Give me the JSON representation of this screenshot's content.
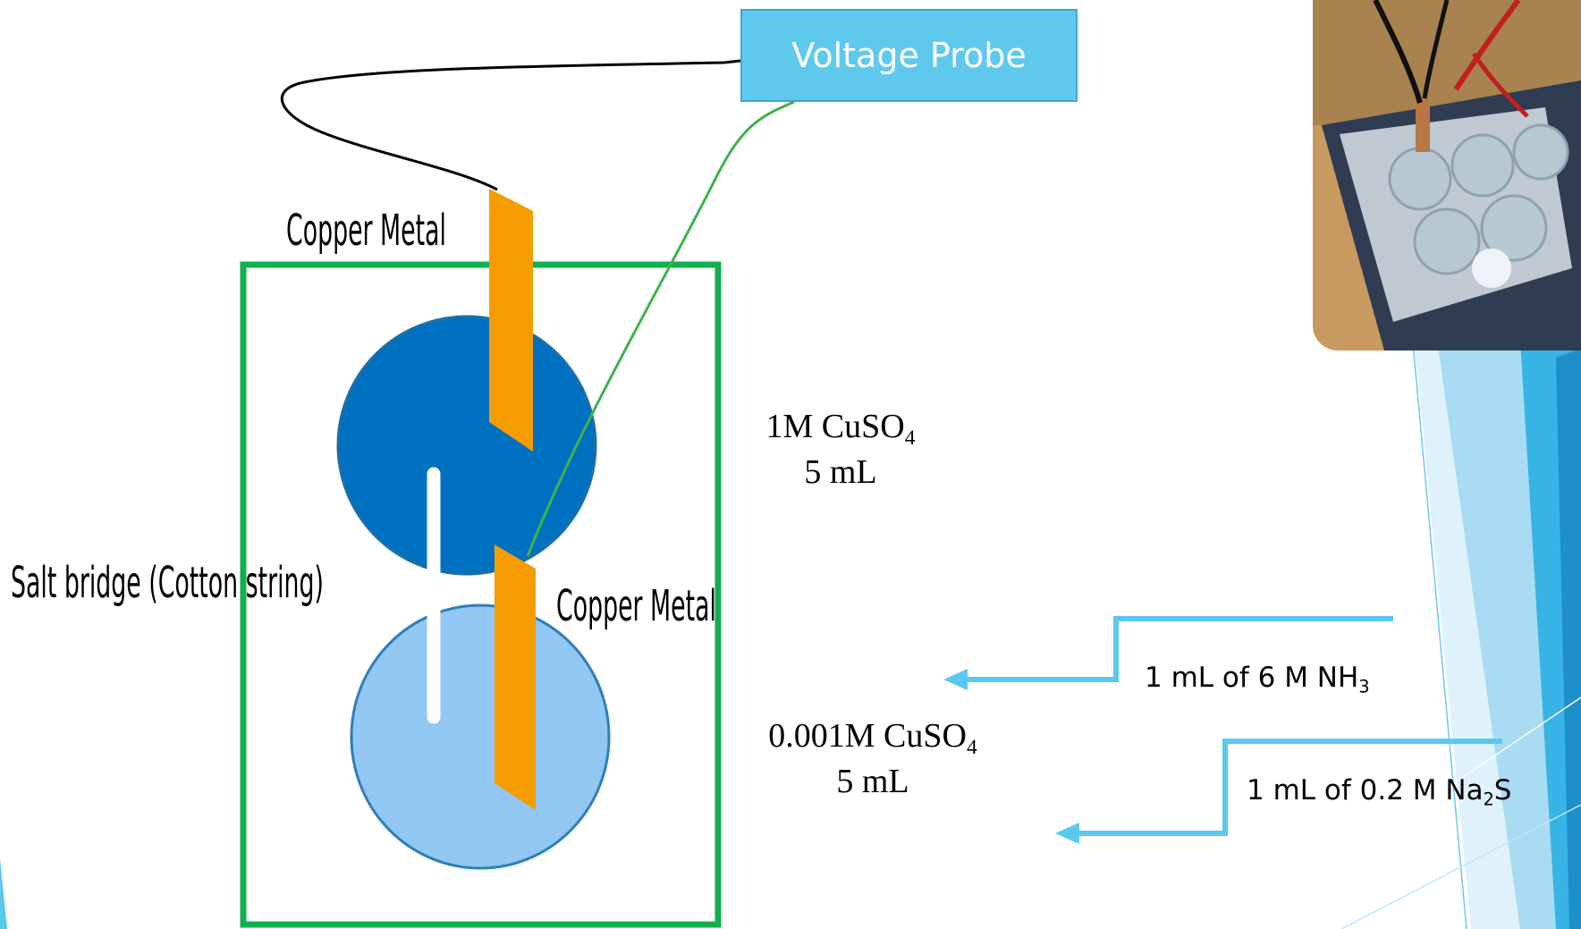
{
  "voltage_probe": {
    "label": "Voltage Probe"
  },
  "top_metal_label": "Copper Metal",
  "bottom_metal_label": "Copper Metal",
  "salt_bridge_label": "Salt bridge (Cotton string)",
  "top_solution": {
    "formula": "1M CuSO",
    "subscript": "4",
    "volume": "5 mL"
  },
  "bottom_solution": {
    "formula": "0.001M CuSO",
    "subscript": "4",
    "volume": "5 mL"
  },
  "additions": [
    {
      "text": "1 mL of 6 M NH",
      "subscript": "3",
      "suffix": ""
    },
    {
      "text": "1 mL of 0.2 M Na",
      "subscript": "2",
      "suffix": "S"
    }
  ],
  "colors": {
    "probe_fill": "#5fc9ed",
    "copper": "#f59c00",
    "top_solution": "#0070c0",
    "bottom_solution": "#91c7f2",
    "tray_outline": "#11b04e",
    "green_wire": "#3db34a",
    "arrow": "#5bc8ee"
  }
}
